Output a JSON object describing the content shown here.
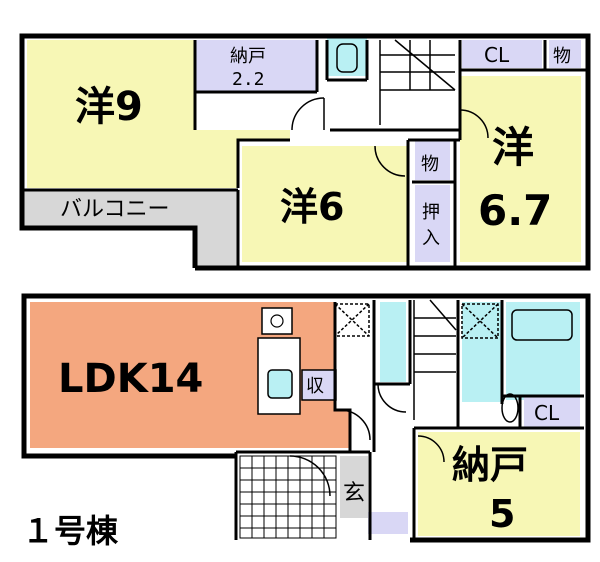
{
  "floor2": {
    "rooms": {
      "western9": "洋9",
      "storage22_a": "納戸",
      "storage22_b": "2.2",
      "closet": "CL",
      "mono_top": "物",
      "western6": "洋6",
      "mono_mid": "物",
      "oshiire_a": "押",
      "oshiire_b": "入",
      "western67_a": "洋",
      "western67_b": "6.7",
      "balcony": "バルコニー"
    }
  },
  "floor1": {
    "rooms": {
      "ldk": "LDK14",
      "shuu": "収",
      "closet": "CL",
      "storage5_a": "納戸",
      "storage5_b": "5",
      "genkan": "玄"
    }
  },
  "building_label": "１号棟",
  "colors": {
    "western": "#f7f7b5",
    "storage": "#d9d7f5",
    "bath": "#b9f0f3",
    "ldk": "#f4a77f",
    "balcony": "#d7d7d7",
    "wall": "#000000"
  }
}
